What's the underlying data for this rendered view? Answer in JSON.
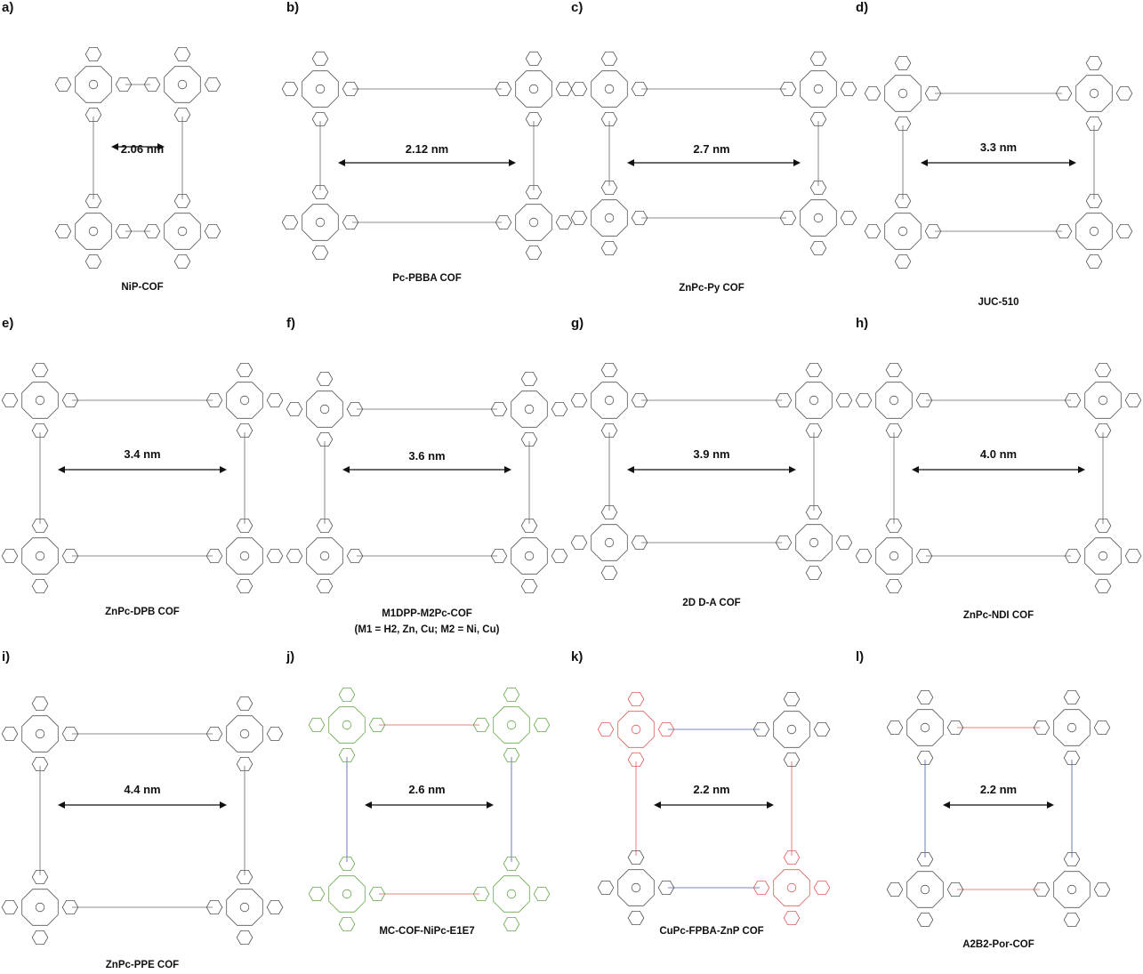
{
  "panels": [
    {
      "letter": "a)",
      "caption": "NiP-COF",
      "distance": "2.06 nm",
      "scheme": "gray"
    },
    {
      "letter": "b)",
      "caption": "Pc-PBBA COF",
      "distance": "2.12 nm",
      "scheme": "gray"
    },
    {
      "letter": "c)",
      "caption": "ZnPc-Py COF",
      "distance": "2.7 nm",
      "scheme": "gray"
    },
    {
      "letter": "d)",
      "caption": "JUC-510",
      "distance": "3.3 nm",
      "scheme": "gray"
    },
    {
      "letter": "e)",
      "caption": "ZnPc-DPB COF",
      "distance": "3.4 nm",
      "scheme": "gray"
    },
    {
      "letter": "f)",
      "caption": "M1DPP-M2Pc-COF",
      "caption_sub": "(M1 = H2, Zn, Cu; M2 = Ni, Cu)",
      "distance": "3.6 nm",
      "scheme": "gray"
    },
    {
      "letter": "g)",
      "caption": "2D D-A COF",
      "distance": "3.9 nm",
      "scheme": "gray"
    },
    {
      "letter": "h)",
      "caption": "ZnPc-NDI COF",
      "distance": "4.0 nm",
      "scheme": "gray"
    },
    {
      "letter": "i)",
      "caption": "ZnPc-PPE COF",
      "distance": "4.4 nm",
      "scheme": "gray"
    },
    {
      "letter": "j)",
      "caption": "MC-COF-NiPc-E1E7",
      "distance": "2.6 nm",
      "scheme": "green"
    },
    {
      "letter": "k)",
      "caption": "CuPc-FPBA-ZnP COF",
      "distance": "2.2 nm",
      "scheme": "redblue"
    },
    {
      "letter": "l)",
      "caption": "A2B2-Por-COF",
      "distance": "2.2 nm",
      "scheme": "redblue2"
    }
  ]
}
